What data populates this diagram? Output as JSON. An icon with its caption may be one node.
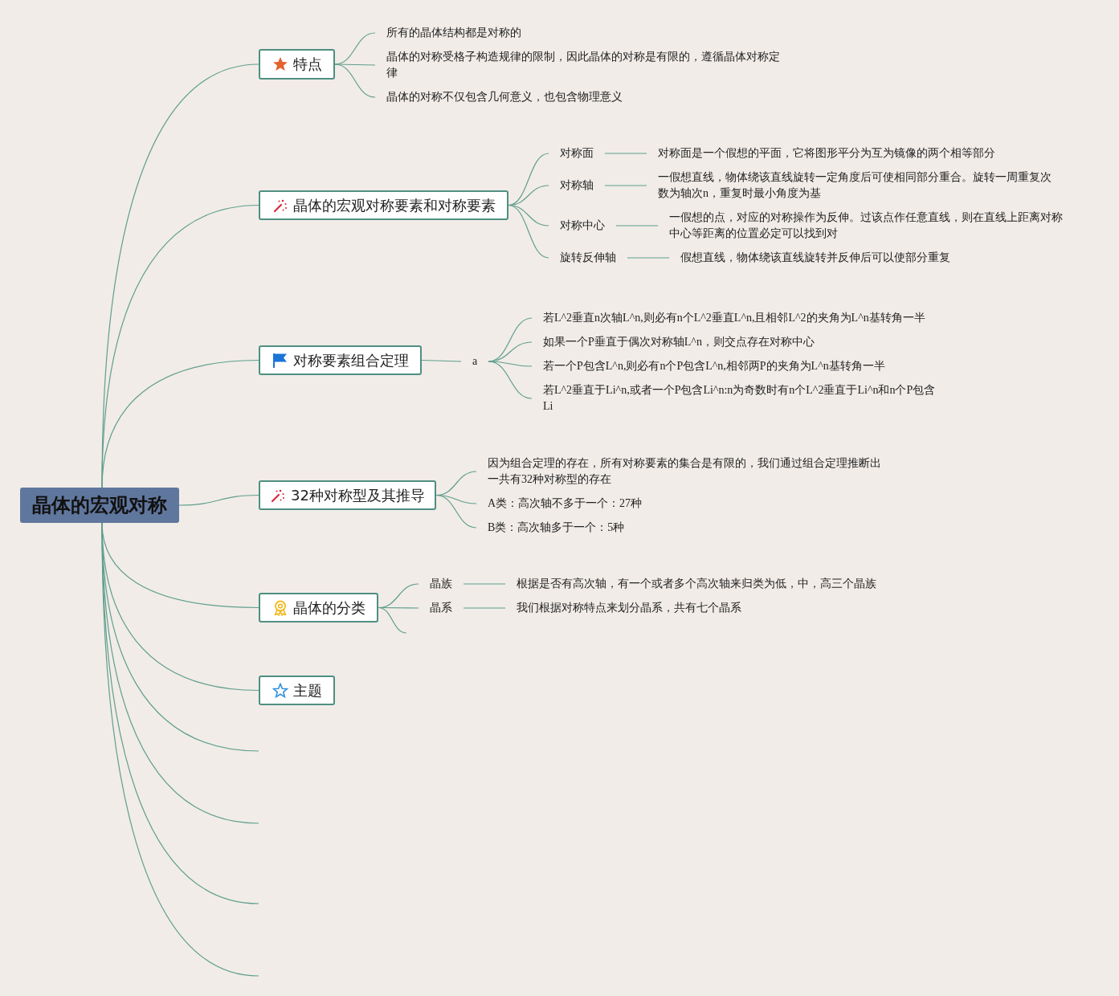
{
  "diagram": {
    "nodes": [
      {
        "text": [
          "晶体的宏观对称"
        ]
      },
      {
        "text": [
          "特点"
        ]
      },
      {
        "text": [
          "所有的晶体结构都是对称的"
        ]
      },
      {
        "text": [
          "晶体的对称受格子构造规律的限制，因此晶体的对称是有限的，遵循晶体对称定律"
        ]
      },
      {
        "text": [
          "晶体的对称不仅包含几何意义，也包含物理意义"
        ]
      },
      {
        "text": [
          "晶体的宏观对称要素和对称要素"
        ]
      },
      {
        "text": [
          "对称面"
        ]
      },
      {
        "text": [
          "对称面是一个假想的平面，它将图形平分为互为镜像的两个相等部分"
        ]
      },
      {
        "text": [
          "对称轴"
        ]
      },
      {
        "text": [
          "一假想直线，物体绕该直线旋转一定角度后可使相同部分重合。旋转一周重复次数为轴次n，重复时最小角度为基"
        ]
      },
      {
        "text": [
          "对称中心"
        ]
      },
      {
        "text": [
          "一假想的点，对应的对称操作为反伸。过该点作任意直线，则在直线上距离对称中心等距离的位置必定可以找到对"
        ]
      },
      {
        "text": [
          "旋转反伸轴"
        ]
      },
      {
        "text": [
          "假想直线，物体绕该直线旋转并反伸后可以使部分重复"
        ]
      },
      {
        "text": [
          "对称要素组合定理"
        ]
      },
      {
        "text": [
          "a"
        ]
      },
      {
        "text": [
          "若L^2垂直n次轴L^n,则必有n个L^2垂直L^n,且相邻L^2的夹角为L^n基转角一半"
        ]
      },
      {
        "text": [
          "如果一个P垂直于偶次对称轴L^n，则交点存在对称中心"
        ]
      },
      {
        "text": [
          "若一个P包含L^n,则必有n个P包含L^n,相邻两P的夹角为L^n基转角一半"
        ]
      },
      {
        "text": [
          "若L^2垂直于Li^n,或者一个P包含Li^n:n为奇数时有n个L^2垂直于Li^n和n个P包含Li"
        ]
      },
      {
        "text": [
          "32种对称型及其推导"
        ]
      },
      {
        "text": [
          "因为组合定理的存在，所有对称要素的集合是有限的，我们通过组合定理推断出一共有32种对称型的存在"
        ]
      },
      {
        "text": [
          "A类：高次轴不多于一个：27种"
        ]
      },
      {
        "text": [
          "B类：高次轴多于一个：5种"
        ]
      },
      {
        "text": [
          "晶体的分类"
        ]
      },
      {
        "text": [
          "晶族"
        ]
      },
      {
        "text": [
          "根据是否有高次轴，有一个或者多个高次轴来归类为低，中，高三个晶族"
        ]
      },
      {
        "text": [
          "晶系"
        ]
      },
      {
        "text": [
          "我们根据对称特点来划分晶系，共有七个晶系"
        ]
      },
      {
        "text": [
          "主题"
        ]
      }
    ],
    "edges": [
      {
        "from": 0,
        "to": 1,
        "arrow": "none"
      },
      {
        "from": 0,
        "to": 5,
        "arrow": "none"
      },
      {
        "from": 0,
        "to": 14,
        "arrow": "none"
      },
      {
        "from": 0,
        "to": 20,
        "arrow": "none"
      },
      {
        "from": 0,
        "to": 24,
        "arrow": "none"
      },
      {
        "from": 0,
        "to": 29,
        "arrow": "none"
      },
      {
        "from": 0,
        "to": null,
        "arrow": "none"
      },
      {
        "from": 0,
        "to": null,
        "arrow": "none"
      },
      {
        "from": 0,
        "to": null,
        "arrow": "none"
      },
      {
        "from": 0,
        "to": null,
        "arrow": "none"
      },
      {
        "from": 1,
        "to": 2,
        "arrow": "none"
      },
      {
        "from": 1,
        "to": 3,
        "arrow": "none"
      },
      {
        "from": 1,
        "to": 4,
        "arrow": "none"
      },
      {
        "from": 5,
        "to": 6,
        "arrow": "none"
      },
      {
        "from": 5,
        "to": 8,
        "arrow": "none"
      },
      {
        "from": 5,
        "to": 10,
        "arrow": "none"
      },
      {
        "from": 5,
        "to": 12,
        "arrow": "none"
      },
      {
        "from": 6,
        "to": 7,
        "arrow": "none"
      },
      {
        "from": 8,
        "to": 9,
        "arrow": "none"
      },
      {
        "from": 10,
        "to": 11,
        "arrow": "none"
      },
      {
        "from": 12,
        "to": 13,
        "arrow": "none"
      },
      {
        "from": 14,
        "to": 15,
        "arrow": "none"
      },
      {
        "from": 15,
        "to": 16,
        "arrow": "none"
      },
      {
        "from": 15,
        "to": 17,
        "arrow": "none"
      },
      {
        "from": 15,
        "to": 18,
        "arrow": "none"
      },
      {
        "from": 15,
        "to": 19,
        "arrow": "none"
      },
      {
        "from": 20,
        "to": 21,
        "arrow": "none"
      },
      {
        "from": 20,
        "to": 22,
        "arrow": "none"
      },
      {
        "from": 20,
        "to": 23,
        "arrow": "none"
      },
      {
        "from": 24,
        "to": 25,
        "arrow": "none"
      },
      {
        "from": 24,
        "to": 27,
        "arrow": "none"
      },
      {
        "from": 24,
        "to": null,
        "arrow": "none"
      },
      {
        "from": 25,
        "to": 26,
        "arrow": "none"
      },
      {
        "from": 27,
        "to": 28,
        "arrow": "none"
      }
    ]
  }
}
